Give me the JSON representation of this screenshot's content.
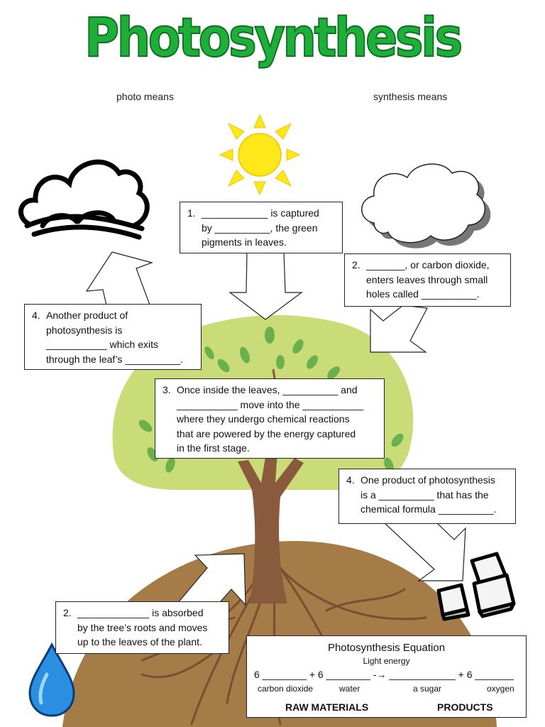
{
  "title": "Photosynthesis",
  "photo_label": "photo means",
  "synthesis_label": "synthesis means",
  "box1": {
    "num": "1.",
    "text": "____________ is captured\nby __________, the green\npigments in leaves."
  },
  "box2a": {
    "num": "2.",
    "text": "_______, or carbon dioxide,\nenters leaves through small\nholes called __________."
  },
  "box4a": {
    "num": "4.",
    "text": "Another product of\nphotosynthesis is\n___________ which exits\nthrough the leaf’s __________."
  },
  "box3": {
    "num": "3.",
    "text": "Once inside the leaves, __________ and\n___________ move into the ___________\nwhere they undergo chemical reactions\nthat are powered by the energy captured\nin the first stage."
  },
  "box4b": {
    "num": "4.",
    "text": "One product of photosynthesis\nis a __________ that has the\nchemical formula __________."
  },
  "box2b": {
    "num": "2.",
    "text": "_____________ is absorbed\nby the tree’s roots and moves\nup to the leaves of the plant."
  },
  "equation": {
    "title": "Photosynthesis Equation",
    "light": "Light energy",
    "line": "6 ________ + 6 ________ -→ ____________ + 6 _______",
    "carbon_dioxide": "carbon dioxide",
    "water": "water",
    "sugar": "a sugar",
    "oxygen": "oxygen",
    "raw": "RAW MATERIALS",
    "products": "PRODUCTS"
  },
  "colors": {
    "title_green": "#1fae3a",
    "canopy": "#c9dc78",
    "leaf": "#6ab04c",
    "trunk": "#8a5a3c",
    "soil": "#a57c48",
    "sun": "#ffe81a",
    "water_drop": "#2a8fe0"
  },
  "icons": [
    "sun-icon",
    "storm-cloud-icon",
    "white-cloud-icon",
    "water-drop-icon",
    "sugar-cubes-icon"
  ]
}
